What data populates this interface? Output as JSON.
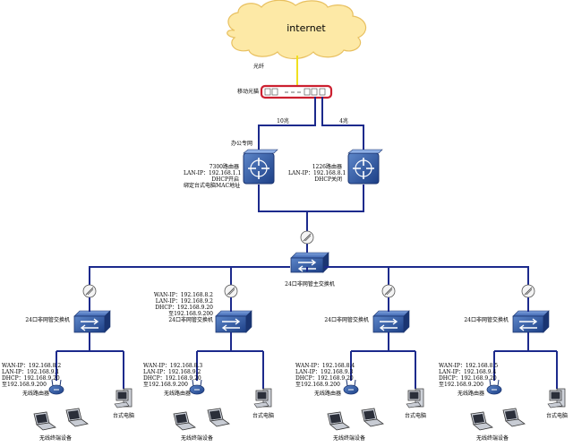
{
  "cloud": {
    "label": "internet"
  },
  "fiber_label": "光纤",
  "modem": {
    "label": "移动光猫"
  },
  "links": {
    "left_label": "10兆",
    "right_label": "4兆"
  },
  "office_net": {
    "label": "办公专网"
  },
  "router_left": {
    "lines": [
      "7300路由器",
      "LAN-IP：192.168.1.1",
      "DHCP开启",
      "绑定台式电脑MAC地址"
    ]
  },
  "router_right": {
    "lines": [
      "1226路由器",
      "LAN-IP：192.168.8.1",
      "DHCP关闭"
    ]
  },
  "core_switch": {
    "label": "24口非网管主交换机"
  },
  "access_switches": [
    {
      "label": "24口非网管交换机"
    },
    {
      "label": "24口非网管交换机",
      "ip_lines": [
        "WAN-IP：192.168.8.2",
        "LAN-IP：192.168.9.2",
        "DHCP：192.168.9.20",
        "至192.168.9.200"
      ]
    },
    {
      "label": "24口非网管交换机"
    },
    {
      "label": "24口非网管交换机"
    }
  ],
  "branches": [
    {
      "ip_lines": [
        "WAN-IP：192.168.8.2",
        "LAN-IP：192.168.9.1",
        "DHCP：192.168.9.20",
        "至192.168.9.200"
      ],
      "wifi_label": "无线路由器",
      "desktop_label": "台式电脑",
      "laptops_label": "无线终端设备"
    },
    {
      "ip_lines": [
        "WAN-IP：192.168.8.3",
        "LAN-IP：192.168.9.2",
        "DHCP：192.168.9.20",
        "至192.168.9.200"
      ],
      "wifi_label": "无线路由器",
      "desktop_label": "台式电脑",
      "laptops_label": "无线终端设备"
    },
    {
      "ip_lines": [
        "WAN-IP：192.168.8.4",
        "LAN-IP：192.168.9.3",
        "DHCP：192.168.9.20",
        "至192.168.9.200"
      ],
      "wifi_label": "无线路由器",
      "desktop_label": "台式电脑",
      "laptops_label": "无线终端设备"
    },
    {
      "ip_lines": [
        "WAN-IP：192.168.8.5",
        "LAN-IP：192.168.9.4",
        "DHCP：192.168.9.20",
        "至192.168.9.200"
      ],
      "wifi_label": "无线路由器",
      "desktop_label": "台式电脑",
      "laptops_label": "无线终端设备"
    }
  ],
  "colors": {
    "link": "#1c2a8c",
    "fiber": "#f0e020",
    "cloud_fill": "#fde9a6",
    "cloud_stroke": "#e8c060",
    "device_blue": "#1f4f9c",
    "modem_outline": "#cc2030"
  }
}
